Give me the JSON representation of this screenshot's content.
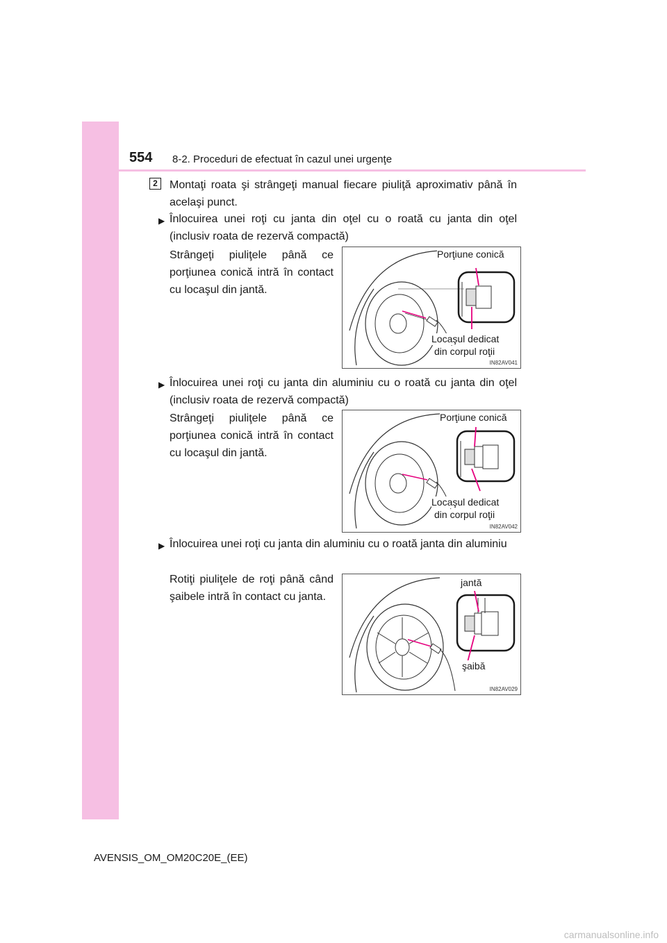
{
  "header": {
    "page_number": "554",
    "section_title": "8-2. Proceduri de efectuat în cazul unei urgenţe"
  },
  "step": {
    "number": "2",
    "text": "Montaţi roata şi strângeţi manual fiecare piuliţă aproximativ până în acelaşi punct."
  },
  "cases": [
    {
      "bullet_marker": "▶",
      "title": "Înlocuirea unei roţi cu janta din oţel cu o roată cu janta din oţel (inclusiv roata de rezervă compactă)",
      "instruction": "Strângeţi piuliţele până ce porţiunea conică intră în contact cu locaşul din jantă.",
      "figure": {
        "label_top": "Porţiune conică",
        "label_bottom_line1": "Locaşul dedicat",
        "label_bottom_line2": "din corpul roţii",
        "code": "IN82AV041"
      }
    },
    {
      "bullet_marker": "▶",
      "title": "Înlocuirea unei roţi cu janta din aluminiu cu o roată cu janta din oţel (inclusiv roata de rezervă compactă)",
      "instruction": "Strângeţi piuliţele până ce porţiunea conică intră în contact cu locaşul din jantă.",
      "figure": {
        "label_top": "Porţiune conică",
        "label_bottom_line1": "Locaşul dedicat",
        "label_bottom_line2": "din corpul roţii",
        "code": "IN82AV042"
      }
    },
    {
      "bullet_marker": "▶",
      "title": "Înlocuirea unei roţi cu janta din aluminiu cu o roată janta din aluminiu",
      "instruction": "Rotiţi piuliţele de roţi până când şaibele intră în contact cu janta.",
      "figure": {
        "label_top": "jantă",
        "label_bottom": "şaibă",
        "code": "IN82AV029"
      }
    }
  ],
  "footer": {
    "manual_code": "AVENSIS_OM_OM20C20E_(EE)"
  },
  "watermark": {
    "text": "carmanualsonline.info"
  },
  "colors": {
    "accent_pink": "#f6bfe3",
    "callout_magenta": "#e6007e"
  }
}
